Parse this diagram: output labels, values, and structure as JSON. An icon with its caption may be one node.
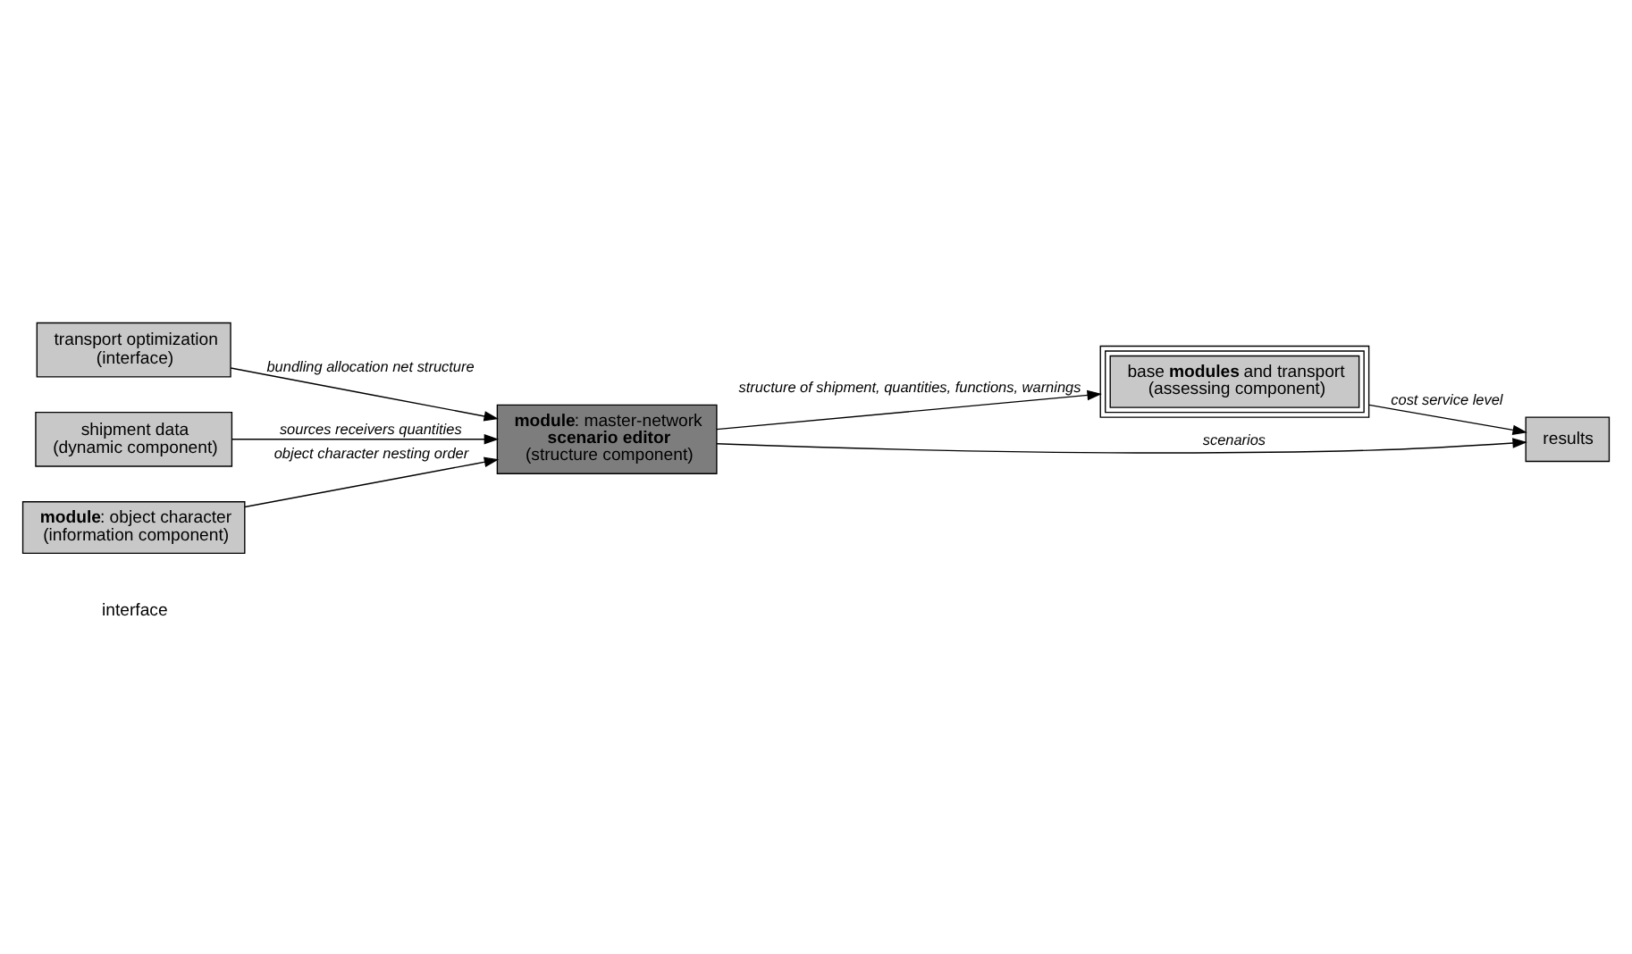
{
  "diagram": {
    "nodes": [
      {
        "text": [
          "**module**: object character",
          "(information component)"
        ]
      },
      {
        "text": [
          "**module**: master-network",
          "**scenario editor**",
          "(structure component)"
        ]
      },
      {
        "text": [
          "transport optimization",
          "(interface)"
        ]
      },
      {
        "text": [
          "shipment data",
          "(dynamic component)"
        ]
      },
      {
        "text": [
          "results"
        ]
      },
      {
        "text": [
          "base **modules** and transport",
          "(assessing component)"
        ]
      }
    ],
    "edges": [
      {
        "from": 0,
        "to": 1,
        "arrow": "to",
        "label": "object character nesting order"
      },
      {
        "from": 2,
        "to": 1,
        "arrow": "to",
        "label": "bundling allocation net structure"
      },
      {
        "from": 3,
        "to": 1,
        "arrow": "to",
        "label": "sources receivers quantities"
      },
      {
        "from": 1,
        "to": 4,
        "arrow": "to",
        "label": "scenarios"
      },
      {
        "from": 1,
        "to": 5,
        "arrow": "to",
        "label": "structure of shipment, quantities, functions, warnings"
      },
      {
        "from": 5,
        "to": 4,
        "arrow": "to",
        "label": "cost service level"
      }
    ],
    "labels": [
      "interface"
    ]
  }
}
